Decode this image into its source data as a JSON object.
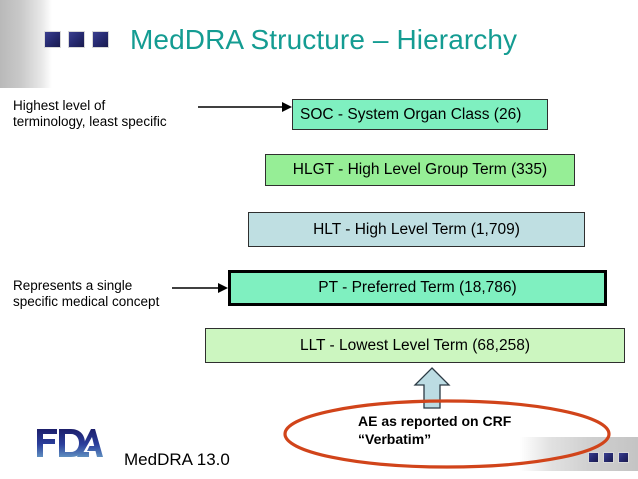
{
  "slide": {
    "title": "MedDRA Structure – Hierarchy",
    "title_color": "#149c92",
    "footer_text": "MedDRA 13.0",
    "logo_text": "FDA"
  },
  "decor": {
    "square_color": "#282c74",
    "band_color": "#c4c4c4",
    "squares_top_count": 3,
    "squares_bottom_count": 3
  },
  "hierarchy": {
    "levels": [
      {
        "key": "soc",
        "label": "SOC - System Organ Class (26)",
        "abbrev": "SOC",
        "name": "System Organ Class",
        "count": "26",
        "fill": "#7ff0c0"
      },
      {
        "key": "hlgt",
        "label": "HLGT - High Level Group Term (335)",
        "abbrev": "HLGT",
        "name": "High Level Group Term",
        "count": "335",
        "fill": "#96ee96"
      },
      {
        "key": "hlt",
        "label": "HLT - High Level Term (1,709)",
        "abbrev": "HLT",
        "name": "High Level Term",
        "count": "1,709",
        "fill": "#bfdfe2"
      },
      {
        "key": "pt",
        "label": "PT - Preferred Term (18,786)",
        "abbrev": "PT",
        "name": "Preferred Term",
        "count": "18,786",
        "fill": "#7ff0c0",
        "emphasis": "thick-black-border"
      },
      {
        "key": "llt",
        "label": "LLT - Lowest Level Term (68,258)",
        "abbrev": "LLT",
        "name": "Lowest Level Term",
        "count": "68,258",
        "fill": "#ccf6c0"
      }
    ]
  },
  "annotations": {
    "top": {
      "line1": "Highest level of",
      "line2": "terminology, least specific"
    },
    "pt": {
      "line1": "Represents a single",
      "line2": "specific medical concept"
    }
  },
  "callout": {
    "line1": "AE as reported on CRF",
    "line2": "“Verbatim”",
    "ellipse_color": "#d1441a",
    "arrow_fill": "#bcdce3"
  }
}
